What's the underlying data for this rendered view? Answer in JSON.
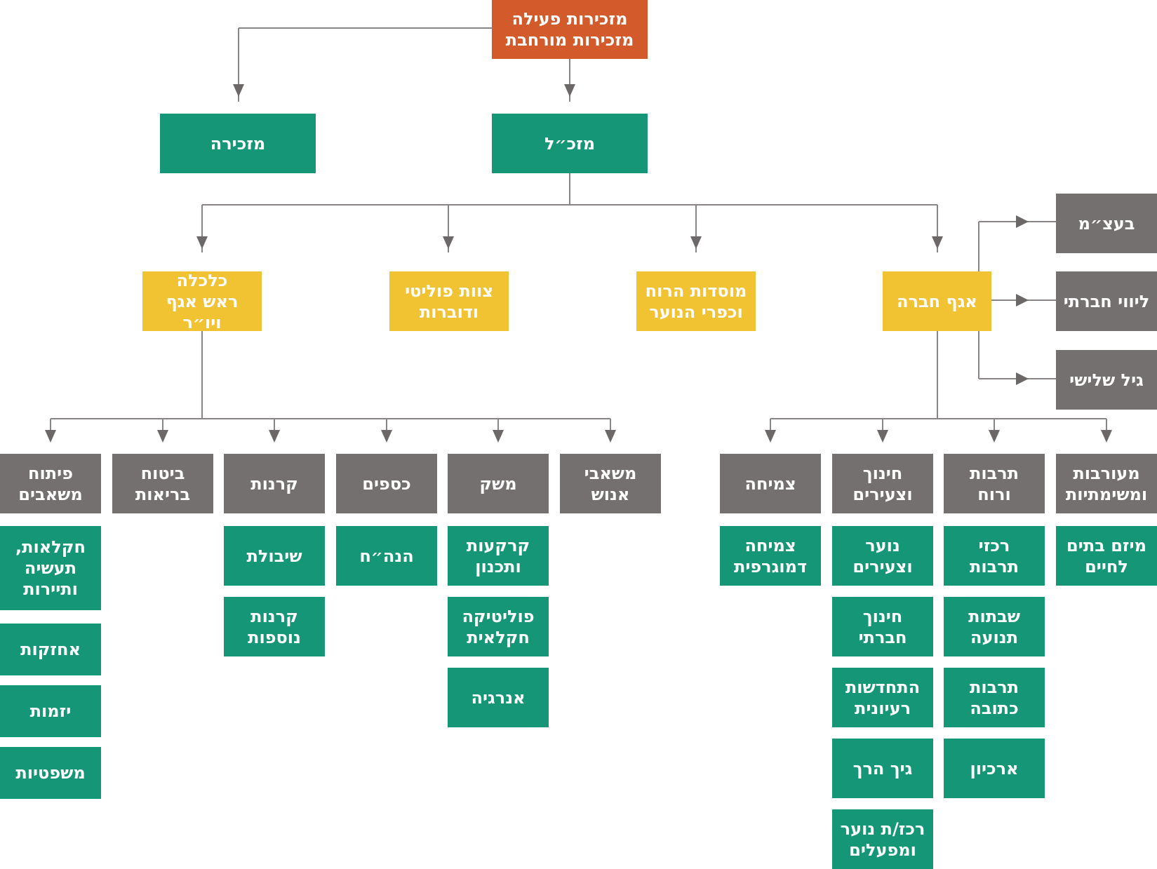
{
  "colors": {
    "orange": "#d35a2b",
    "green": "#159676",
    "yellow": "#f1c232",
    "gray": "#757070",
    "line": "#8a8585"
  },
  "top": {
    "label": "מזכירות פעילה\nמזכירות מורחבת"
  },
  "level1": {
    "mazkal": "מזכ״ל",
    "mazkira": "מזכירה"
  },
  "level2": {
    "agaf_chevra": "אגף חברה",
    "mosdot": "מוסדות הרוח\nוכפרי הנוער",
    "tzevet": "צוות פוליטי\nודוברות",
    "kalkala": "כלכלה\nראש אגף ויו״ר"
  },
  "side": {
    "batzam": "בעצ״מ",
    "livui": "ליווי חברתי",
    "gil": "גיל שלישי"
  },
  "depts": {
    "meoravut": "מעורבות\nומשימתיות",
    "tarbut": "תרבות\nורוח",
    "chinuch": "חינוך\nוצעירים",
    "tzmicha": "צמיחה",
    "mashabei": "משאבי\nאנוש",
    "meshek": "משק",
    "kaspim": "כספים",
    "keranot": "קרנות",
    "bituach": "ביטוח\nבריאות",
    "pituach": "פיתוח\nמשאבים"
  },
  "units": {
    "meoravut": [
      "מיזם בתים\nלחיים"
    ],
    "tarbut": [
      "רכזי\nתרבות",
      "שבתות\nתנועה",
      "תרבות\nכתובה",
      "ארכיון"
    ],
    "chinuch": [
      "נוער\nוצעירים",
      "חינוך\nחברתי",
      "התחדשות\nרעיונית",
      "גיך הרך",
      "רכז/ת נוער\nומפעלים"
    ],
    "tzmicha": [
      "צמיחה\nדמוגרפית"
    ],
    "meshek": [
      "קרקעות\nותכנון",
      "פוליטיקה\nחקלאית",
      "אנרגיה"
    ],
    "kaspim": [
      "הנה״ח"
    ],
    "keranot": [
      "שיבולת",
      "קרנות\nנוספות"
    ],
    "pituach": [
      "חקלאות,\nתעשיה\nותיירות",
      "אחזקות",
      "יזמות",
      "משפטיות"
    ]
  }
}
